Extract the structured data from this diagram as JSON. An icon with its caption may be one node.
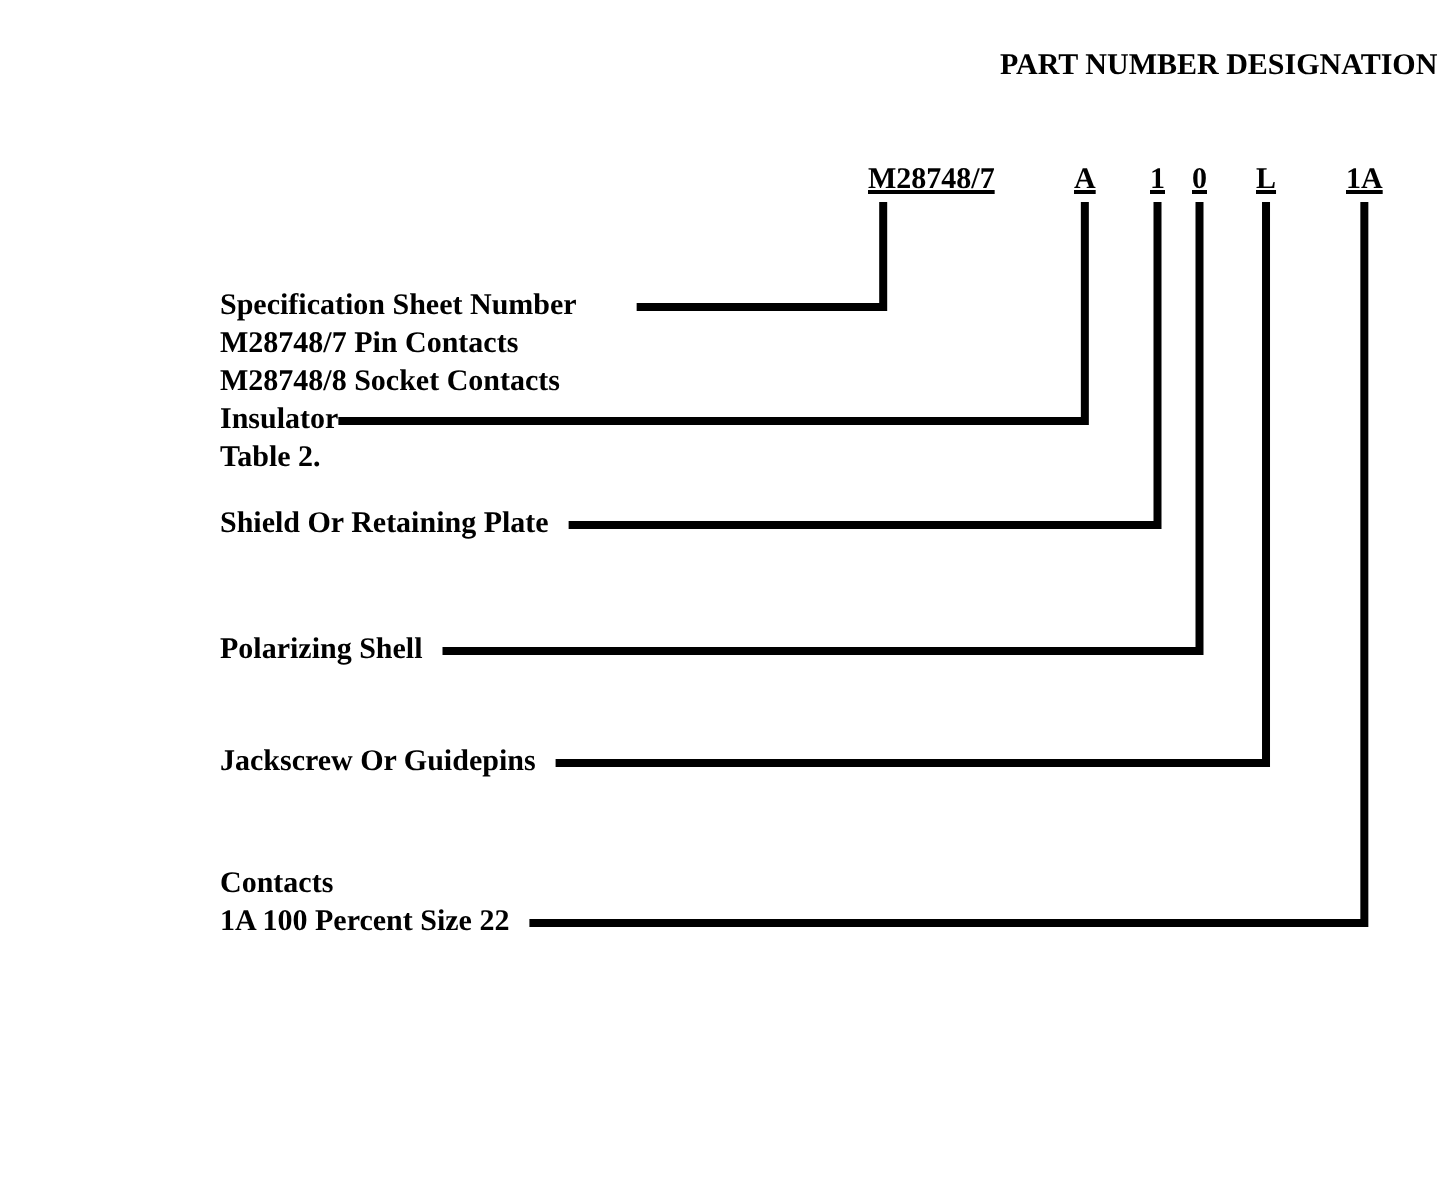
{
  "diagram": {
    "title": "PART NUMBER DESIGNATION",
    "nodes": [
      {
        "text": [
          "M28748/7"
        ]
      },
      {
        "text": [
          "A"
        ]
      },
      {
        "text": [
          "1"
        ]
      },
      {
        "text": [
          "0"
        ]
      },
      {
        "text": [
          "L"
        ]
      },
      {
        "text": [
          "1A"
        ]
      },
      {
        "text": [
          "Specification Sheet Number",
          "M28748/7 Pin Contacts",
          "M28748/8 Socket Contacts"
        ]
      },
      {
        "text": [
          "Insulator",
          "Table 2."
        ]
      },
      {
        "text": [
          "Shield Or Retaining Plate"
        ]
      },
      {
        "text": [
          "Polarizing Shell"
        ]
      },
      {
        "text": [
          "Jackscrew Or Guidepins"
        ]
      },
      {
        "text": [
          "Contacts",
          "1A 100 Percent Size 22"
        ]
      }
    ],
    "edges": [
      {
        "from": 6,
        "to": 0,
        "arrow": "none"
      },
      {
        "from": 7,
        "to": 1,
        "arrow": "none"
      },
      {
        "from": 8,
        "to": 2,
        "arrow": "none"
      },
      {
        "from": 9,
        "to": 3,
        "arrow": "none"
      },
      {
        "from": 10,
        "to": 4,
        "arrow": "none"
      },
      {
        "from": 11,
        "to": 5,
        "arrow": "none"
      }
    ]
  }
}
